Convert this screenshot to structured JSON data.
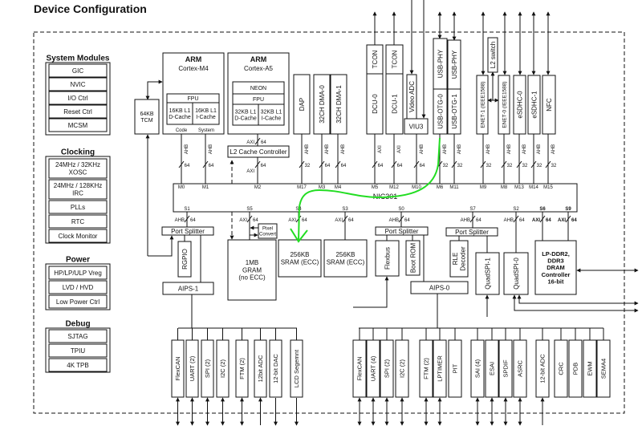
{
  "title": "Device Configuration",
  "system_modules": {
    "heading": "System Modules",
    "items": [
      "GIC",
      "NVIC",
      "I/O Ctrl",
      "Reset Ctrl",
      "MCSM"
    ]
  },
  "clocking": {
    "heading": "Clocking",
    "items": [
      "24MHz / 32KHz\nXOSC",
      "24MHz / 128KHz\nIRC",
      "PLLs",
      "RTC",
      "Clock Monitor"
    ]
  },
  "power": {
    "heading": "Power",
    "items": [
      "HP/LP/ULP Vreg",
      "LVD / HVD",
      "Low Power Ctrl"
    ]
  },
  "debug": {
    "heading": "Debug",
    "items": [
      "SJTAG",
      "TPIU",
      "4K TPB"
    ]
  },
  "cortex_m4": {
    "brand": "ARM",
    "name": "Cortex-M4",
    "fpu": "FPU",
    "dcache": "16KB L1\nD-Cache",
    "icache": "16KB L1\nI-Cache",
    "code_label": "Code",
    "system_label": "System"
  },
  "cortex_a5": {
    "brand": "ARM",
    "name": "Cortex-A5",
    "neon": "NEON",
    "fpu": "FPU",
    "dcache": "32KB L1\nD-Cache",
    "icache": "32KB L1\nI-Cache"
  },
  "tcm": "64KB\nTCM",
  "l2_cache": "L2 Cache Controller",
  "l2_bus": {
    "type": "AXI",
    "width": "64"
  },
  "masters_blocks": {
    "dap": "DAP",
    "dma0": "32CH DMA-0",
    "dma1": "32CH DMA-1",
    "tcon0": "TCON",
    "dcu0": "DCU-0",
    "tcon1": "TCON",
    "dcu1": "DCU-1",
    "video_adc": "Video ADC",
    "viu3": "VIU3",
    "usb_phy0": "USB-PHY",
    "usb_otg0": "USB-OTG-0",
    "usb_phy1": "USB-PHY",
    "usb_otg1": "USB-OTG-1",
    "enet1": "ENET-1 (IEEE1588)",
    "l2_switch": "L2 switch",
    "enet0": "ENET-0 (IEEE1588)",
    "esdhc0": "eSDHC-0",
    "esdhc1": "eSDHC-1",
    "nfc": "NFC"
  },
  "interconnect": "NIC301",
  "master_ports": [
    {
      "id": "M0",
      "type": "AHB",
      "width": "64"
    },
    {
      "id": "M1",
      "type": "AHB",
      "width": "64"
    },
    {
      "id": "M2",
      "type": "AXI",
      "width": "64"
    },
    {
      "id": "M17",
      "type": "AHB",
      "width": "32"
    },
    {
      "id": "M3",
      "type": "AHB",
      "width": "64"
    },
    {
      "id": "M4",
      "type": "AHB",
      "width": "64"
    },
    {
      "id": "M5",
      "type": "AXI",
      "width": "64"
    },
    {
      "id": "M12",
      "type": "AXI",
      "width": "64"
    },
    {
      "id": "M10",
      "type": "AHB",
      "width": "64"
    },
    {
      "id": "M6",
      "type": "AHB",
      "width": "32"
    },
    {
      "id": "M11",
      "type": "AHB",
      "width": "32"
    },
    {
      "id": "M9",
      "type": "AHB",
      "width": "32"
    },
    {
      "id": "M8",
      "type": "AHB",
      "width": "32"
    },
    {
      "id": "M13",
      "type": "AHB",
      "width": "32"
    },
    {
      "id": "M14",
      "type": "AHB",
      "width": "32"
    },
    {
      "id": "M15",
      "type": "AHB",
      "width": "32"
    }
  ],
  "slave_ports": [
    {
      "id": "S1",
      "type": "AHB",
      "width": "64"
    },
    {
      "id": "S5",
      "type": "AXI",
      "width": "64"
    },
    {
      "id": "S4",
      "type": "AXI",
      "width": "64"
    },
    {
      "id": "S3",
      "type": "AXI",
      "width": "64"
    },
    {
      "id": "S0",
      "type": "AHB",
      "width": "64"
    },
    {
      "id": "S7",
      "type": "AHB",
      "width": "64"
    },
    {
      "id": "S2",
      "type": "AHB",
      "width": "64"
    },
    {
      "id": "S6",
      "type": "AXI",
      "width": "64"
    },
    {
      "id": "S9",
      "type": "AXI",
      "width": "64"
    }
  ],
  "slave_blocks": {
    "port_splitter1": "Port Splitter",
    "rgpio": "RGPIO",
    "aips1": "AIPS-1",
    "gram": "1MB\nGRAM\n(no ECC)",
    "pixel_convert": "Pixel\nConvert",
    "sram0": "256KB\nSRAM (ECC)",
    "sram1": "256KB\nSRAM (ECC)",
    "port_splitter0": "Port Splitter",
    "flexbus": "Flexbus",
    "boot_rom": "Boot ROM",
    "aips0": "AIPS-0",
    "port_splitter7": "Port Splitter",
    "rle_decoder": "RLE\nDecoder",
    "quadspi1": "QuadSPI-1",
    "quadspi0": "QuadSPI-0",
    "ddr": "LP-DDR2,\nDDR3\nDRAM\nController\n16-bit"
  },
  "aips1_peripherals": [
    "FlexCAN",
    "UART (2)",
    "SPI (2)",
    "I2C (2)",
    "FTM (2)",
    "12bit ADC",
    "12-bit DAC",
    "LCD Segemnt"
  ],
  "aips0_peripherals": [
    "FlexCAN",
    "UART (4)",
    "SPI (2)",
    "I2C (2)",
    "FTM (2)",
    "LPTIMER",
    "PIT",
    "SAI (4)",
    "ESAI",
    "SPDIF",
    "ASRC",
    "12-bit ADC",
    "CRC",
    "PDB",
    "EWM",
    "SEMA4"
  ],
  "colors": {
    "annotation": "#22dd22",
    "line": "#111111"
  }
}
